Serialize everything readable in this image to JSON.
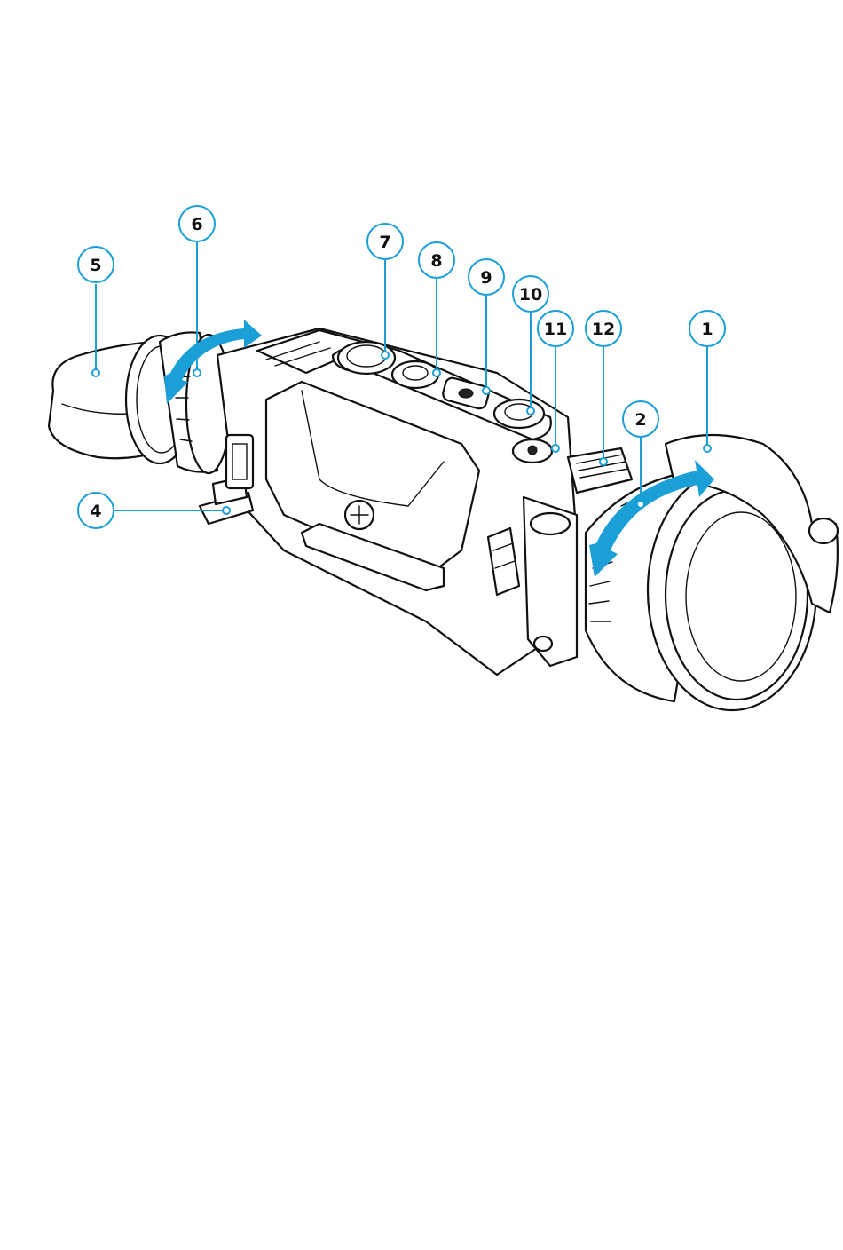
{
  "figure": {
    "accent_color": "#1a9fd6",
    "line_color": "#111111",
    "background": "#ffffff"
  },
  "callouts": [
    {
      "id": "c1",
      "label": "1"
    },
    {
      "id": "c2",
      "label": "2"
    },
    {
      "id": "c4",
      "label": "4"
    },
    {
      "id": "c5",
      "label": "5"
    },
    {
      "id": "c6",
      "label": "6"
    },
    {
      "id": "c7",
      "label": "7"
    },
    {
      "id": "c8",
      "label": "8"
    },
    {
      "id": "c9",
      "label": "9"
    },
    {
      "id": "c10",
      "label": "10"
    },
    {
      "id": "c11",
      "label": "11"
    },
    {
      "id": "c12",
      "label": "12"
    }
  ]
}
